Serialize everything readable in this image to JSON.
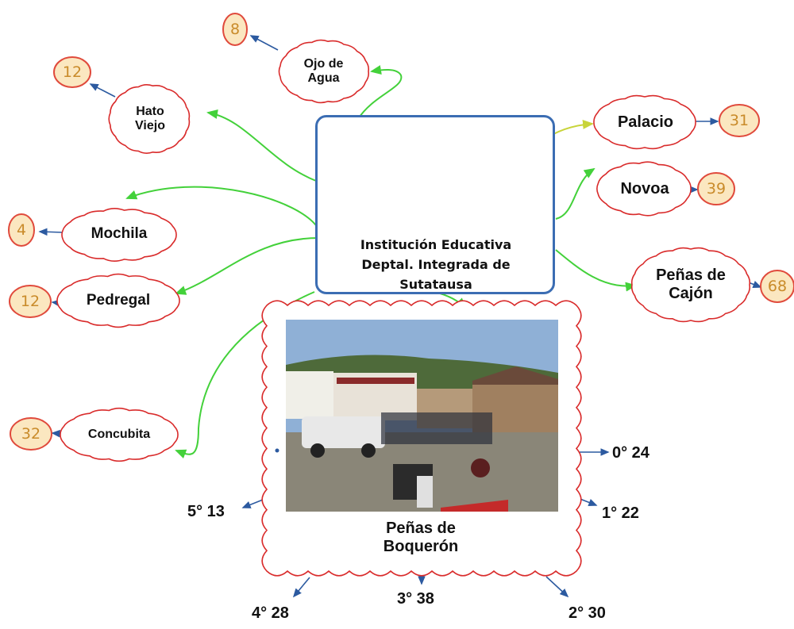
{
  "center": {
    "title_lines": [
      "Institución Educativa",
      "Deptal. Integrada de",
      "Sutatausa"
    ]
  },
  "veredas": [
    {
      "key": "ojo",
      "lines": [
        "Ojo de",
        "Agua"
      ],
      "count": "8"
    },
    {
      "key": "hato",
      "lines": [
        "Hato",
        "Viejo"
      ],
      "count": "12"
    },
    {
      "key": "mochila",
      "lines": [
        "Mochila"
      ],
      "count": "4"
    },
    {
      "key": "pedregal",
      "lines": [
        "Pedregal"
      ],
      "count": "12"
    },
    {
      "key": "concubita",
      "lines": [
        "Concubita"
      ],
      "count": "32"
    },
    {
      "key": "palacio",
      "lines": [
        "Palacio"
      ],
      "count": "31"
    },
    {
      "key": "novoa",
      "lines": [
        "Novoa"
      ],
      "count": "39"
    },
    {
      "key": "penascajon",
      "lines": [
        "Peñas de",
        "Cajón"
      ],
      "count": "68"
    }
  ],
  "boqueron": {
    "lines": [
      "Peñas de",
      "Boquerón"
    ],
    "grades": [
      "0° 24",
      "1° 22",
      "2° 30",
      "3° 38",
      "4° 28",
      "5° 13"
    ]
  },
  "colors": {
    "cloud_border": "#d92b2b",
    "count_circle_border": "#e04a3c",
    "count_circle_fill": "#fbe7c0",
    "green_arrow": "#43d13a",
    "yellow_arrow": "#c8d43a",
    "blue_arrow": "#2c5aa0",
    "center_border": "#3b6db3"
  }
}
